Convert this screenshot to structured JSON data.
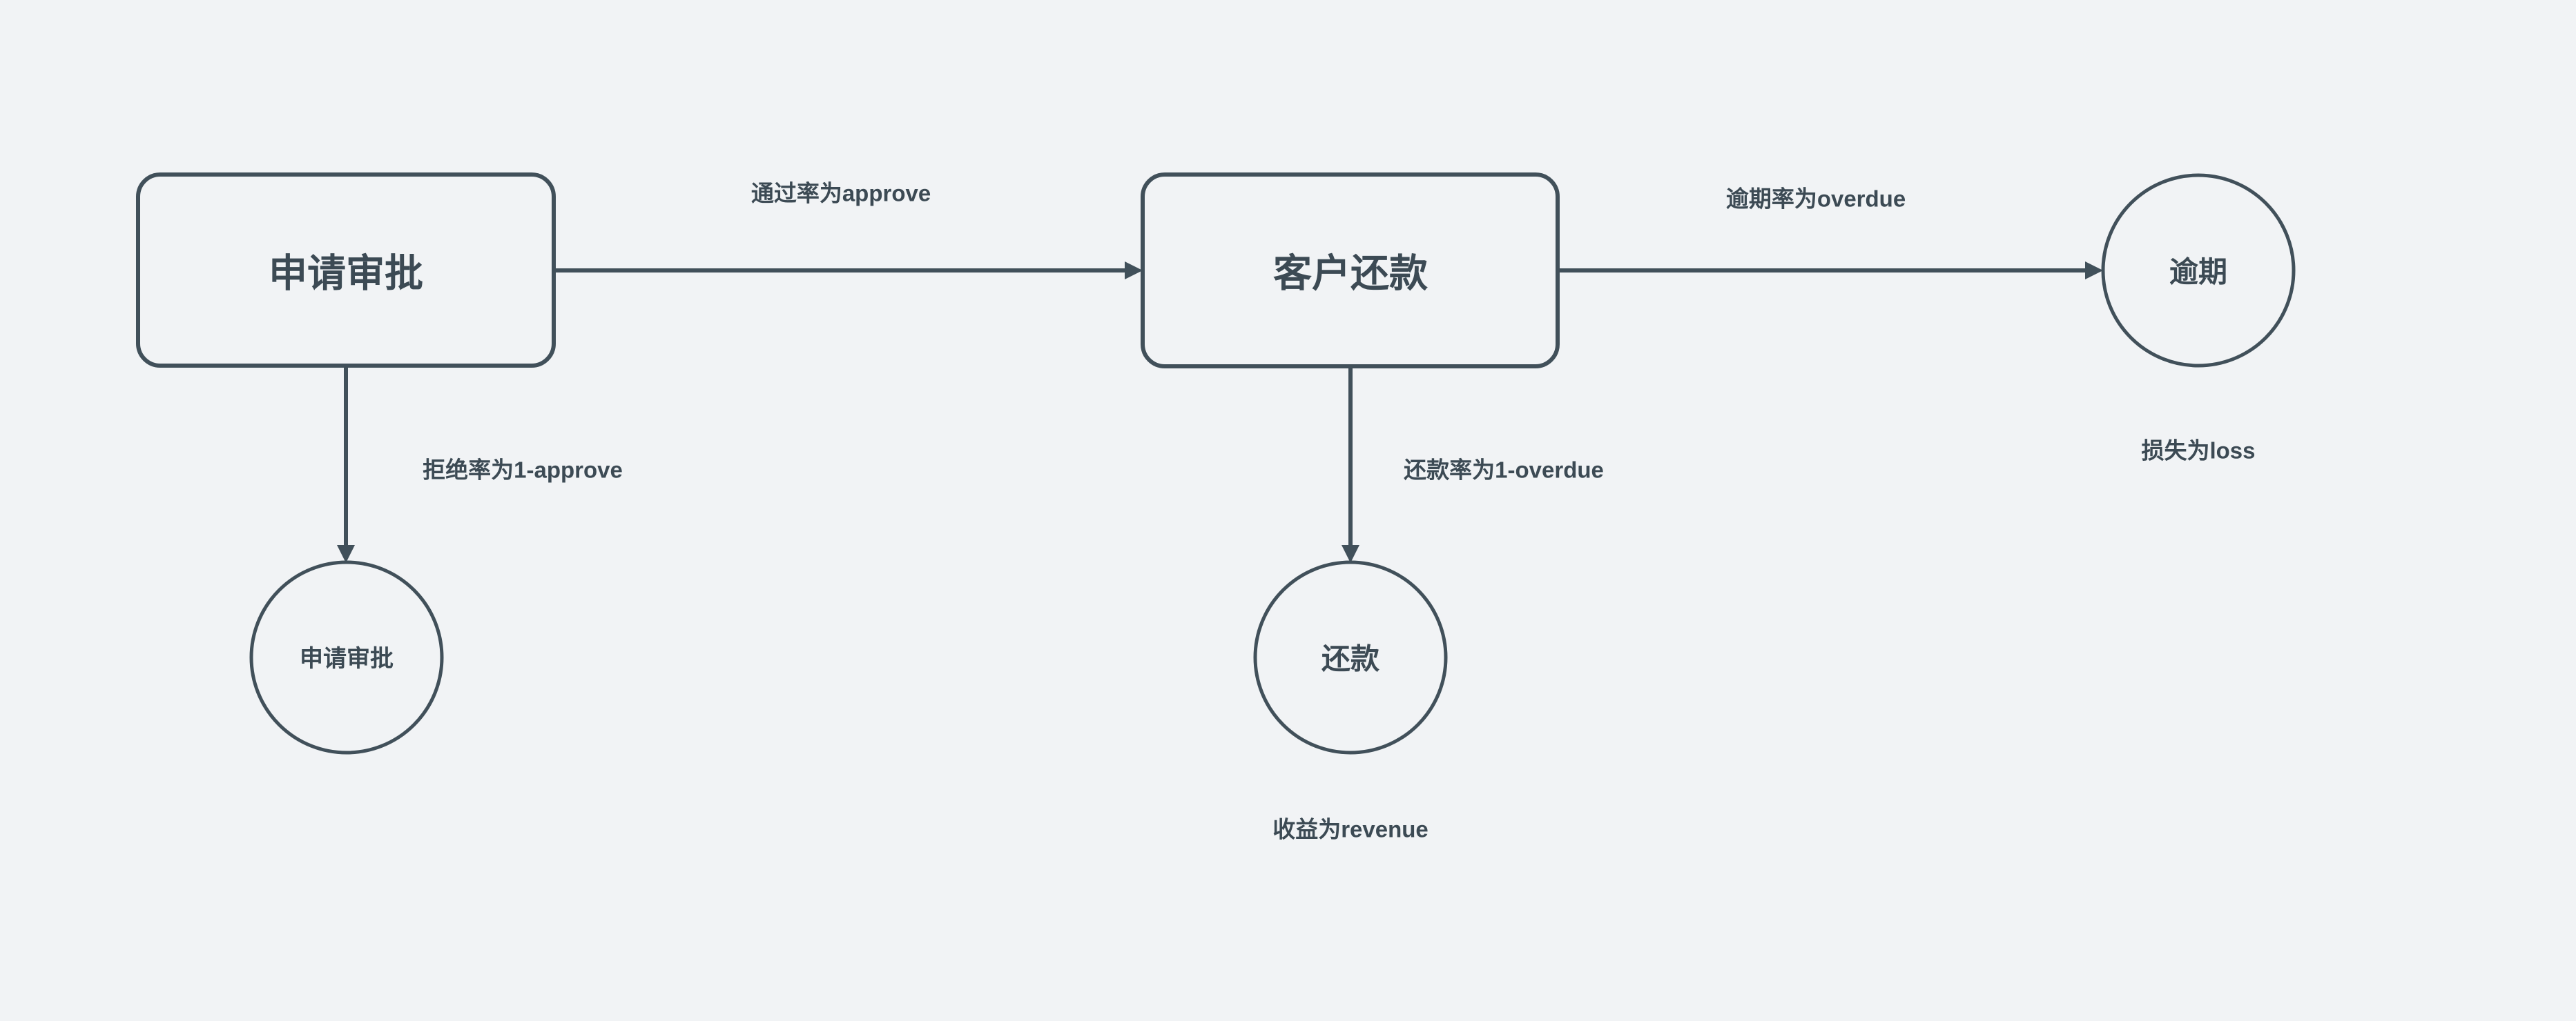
{
  "diagram": {
    "type": "flowchart",
    "background_color": "#f1f3f5",
    "stroke_color": "#41505a",
    "text_color": "#3c4a54",
    "nodes": {
      "application_review_box": {
        "label": "申请审批",
        "shape": "rounded-rectangle"
      },
      "customer_repayment_box": {
        "label": "客户还款",
        "shape": "rounded-rectangle"
      },
      "overdue_circle": {
        "label": "逾期",
        "shape": "circle"
      },
      "rejected_circle": {
        "label": "申请审批",
        "shape": "circle"
      },
      "repaid_circle": {
        "label": "还款",
        "shape": "circle"
      }
    },
    "edges": {
      "approve_edge": {
        "label": "通过率为approve",
        "from": "申请审批",
        "to": "客户还款"
      },
      "reject_edge": {
        "label": "拒绝率为1-approve",
        "from": "申请审批",
        "to": "申请审批"
      },
      "overdue_edge": {
        "label": "逾期率为overdue",
        "from": "客户还款",
        "to": "逾期"
      },
      "repay_edge": {
        "label": "还款率为1-overdue",
        "from": "客户还款",
        "to": "还款"
      }
    },
    "outcomes": {
      "loss_caption": "损失为loss",
      "revenue_caption": "收益为revenue"
    }
  }
}
